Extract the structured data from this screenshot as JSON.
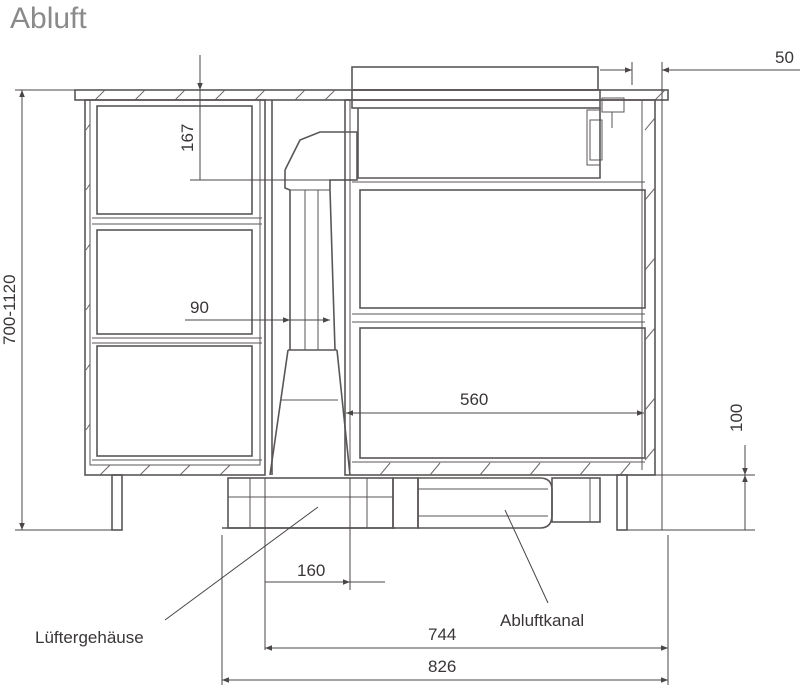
{
  "title": "Abluft",
  "dimensions": {
    "overhang": "50",
    "hob_depth": "167",
    "height_range": "700-1120",
    "duct_width": "90",
    "drawer_width": "560",
    "plinth_height": "100",
    "fan_offset": "160",
    "inner_width": "744",
    "total_width": "826"
  },
  "labels": {
    "exhaust_channel": "Abluftkanal",
    "fan_housing": "Lüftergehäuse"
  },
  "colors": {
    "line": "#5a5656",
    "title": "#8a8a8a"
  }
}
